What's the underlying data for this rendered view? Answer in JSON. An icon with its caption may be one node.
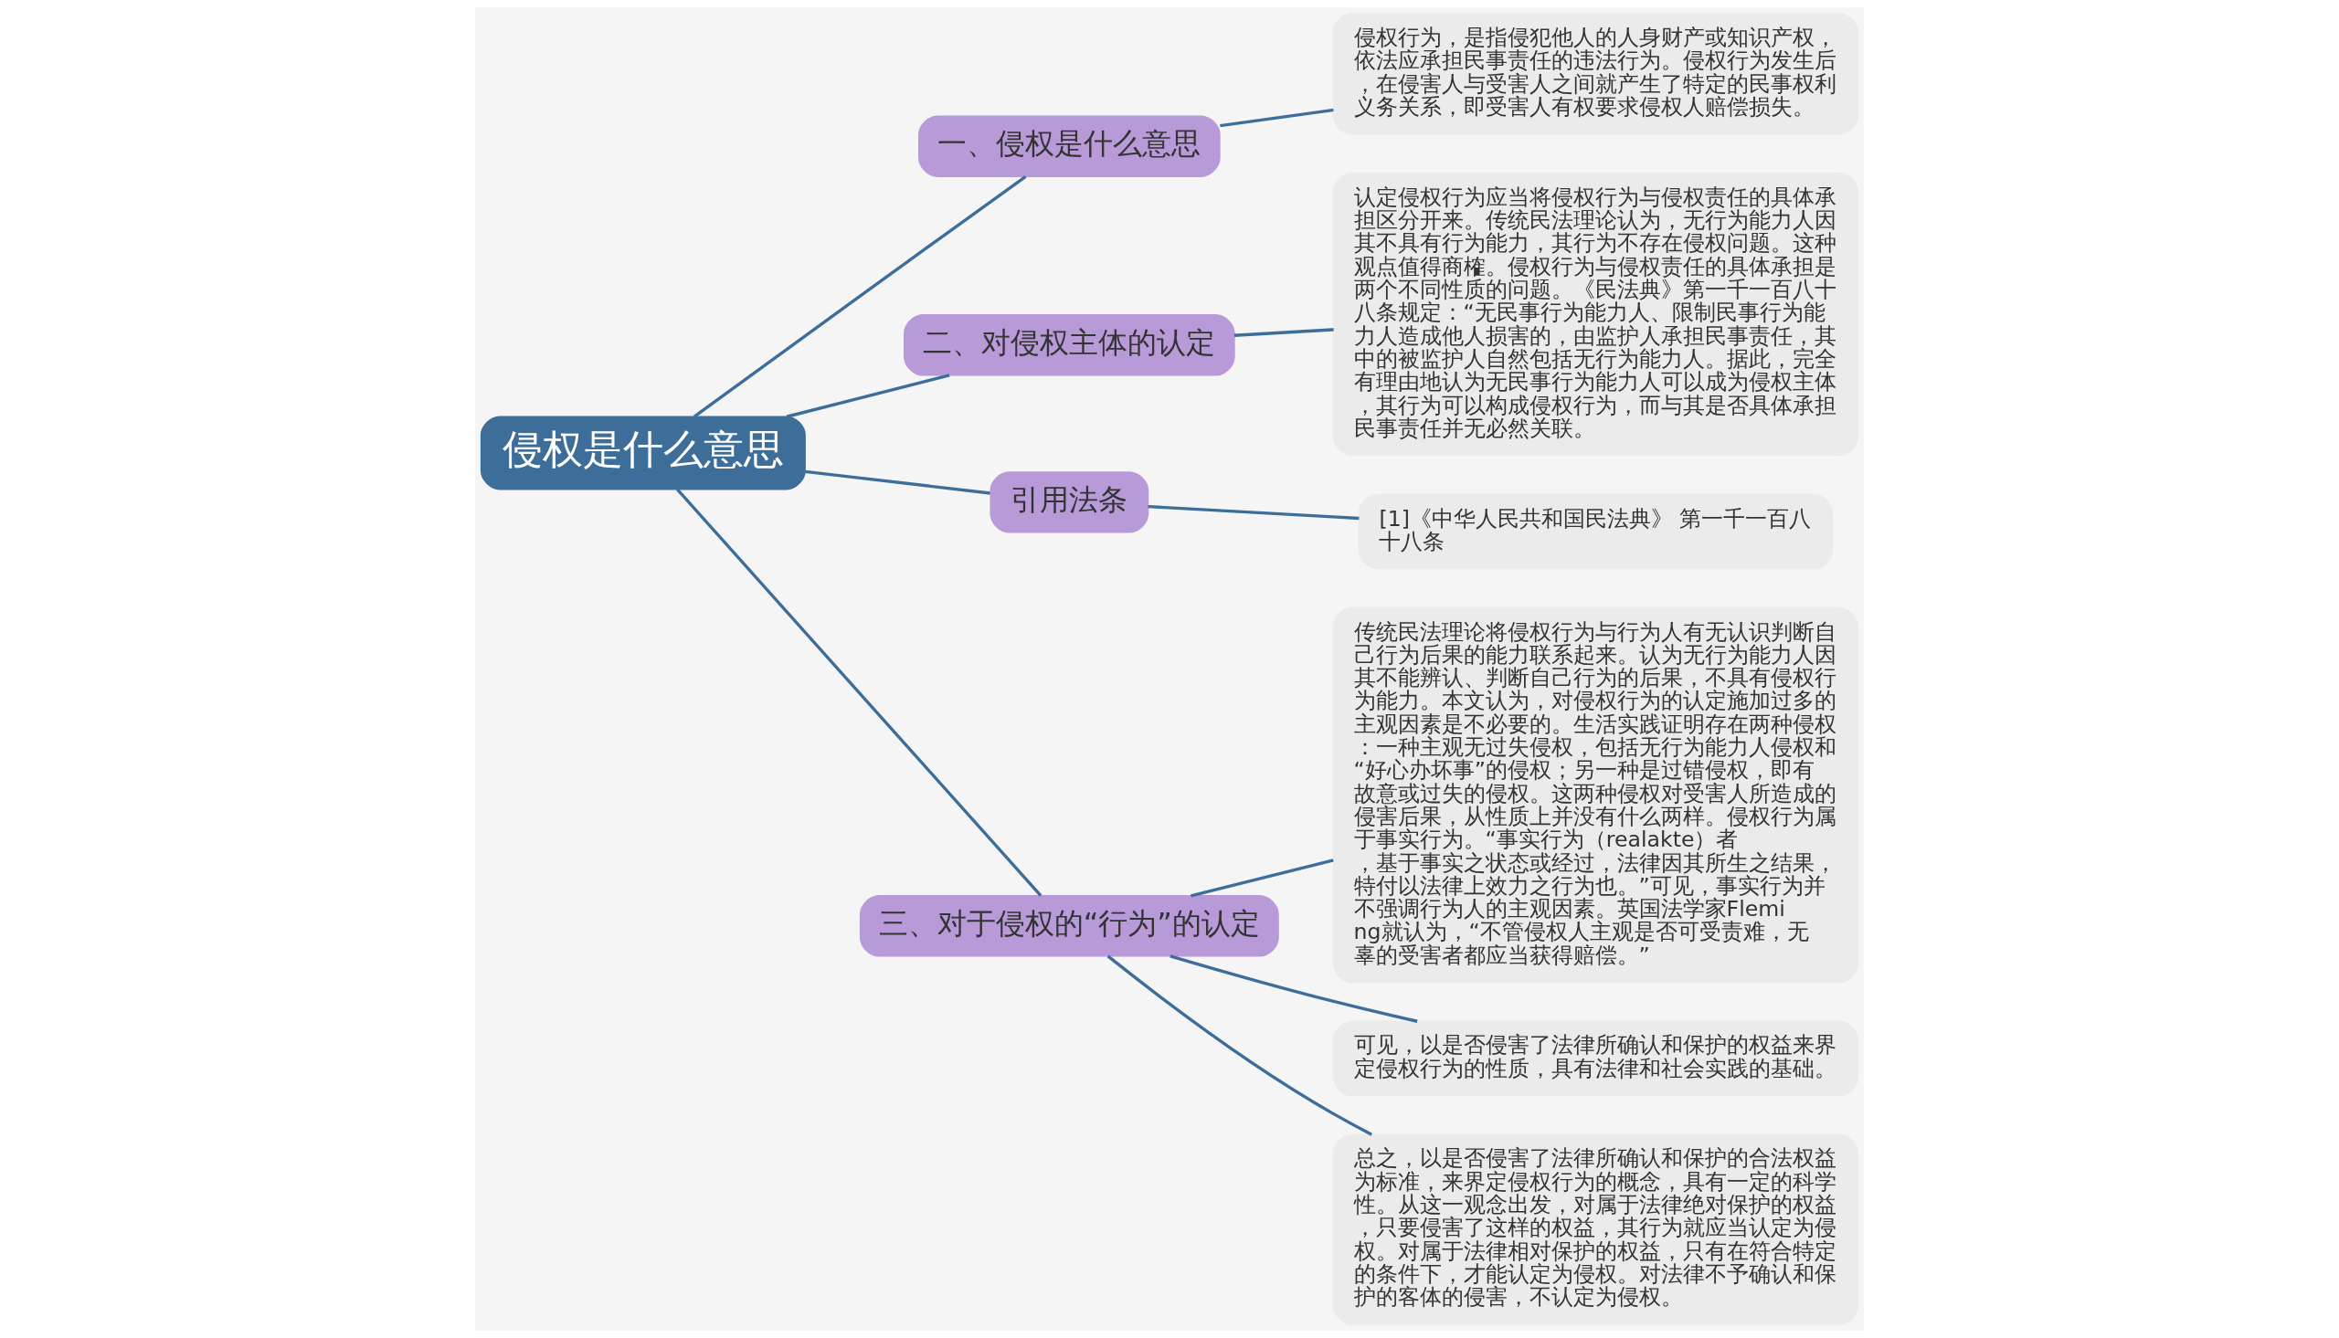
{
  "diagram": {
    "nodes": [
      {
        "text": [
          "侵权是什么意思"
        ]
      },
      {
        "text": [
          "一、侵权是什么意思"
        ]
      },
      {
        "text": [
          "侵权行为，是指侵犯他人的人身财产或知识产权，依法应承担民事责任的违法行为。侵权行为发生后，在侵害人与受害人之间就产生了特定的民事权利义务关系，即受害人有权要求侵权人赔偿损失。"
        ]
      },
      {
        "text": [
          "二、对侵权主体的认定"
        ]
      },
      {
        "text": [
          "认定侵权行为应当将侵权行为与侵权责任的具体承担区分开来。传统民法理论认为，无行为能力人因其不具有行为能力，其行为不存在侵权问题。这种观点值得商榷。侵权行为与侵权责任的具体承担是两个不同性质的问题。《民法典》第一千一百八十八条规定：“无民事行为能力人、限制民事行为能力人造成他人损害的，由监护人承担民事责任，其中的被监护人自然包括无行为能力人。据此，完全有理由地认为无民事行为能力人可以成为侵权主体，其行为可以构成侵权行为，而与其是否具体承担民事责任并无必然关联。"
        ]
      },
      {
        "text": [
          "引用法条"
        ]
      },
      {
        "text": [
          "[1]《中华人民共和国民法典》 第一千一百八十八条"
        ]
      },
      {
        "text": [
          "三、对于侵权的“行为”的认定"
        ]
      },
      {
        "text": [
          "传统民法理论将侵权行为与行为人有无认识判断自己行为后果的能力联系起来。认为无行为能力人因其不能辨认、判断自己行为的后果，不具有侵权行为能力。本文认为，对侵权行为的认定施加过多的主观因素是不必要的。生活实践证明存在两种侵权：一种主观无过失侵权，包括无行为能力人侵权和“好心办坏事”的侵权；另一种是过错侵权，即有故意或过失的侵权。这两种侵权对受害人所造成的侵害后果，从性质上并没有什么两样。侵权行为属于事实行为。“事实行为（realakte）者，基于事实之状态或经过，法律因其所生之结果，特付以法律上效力之行为也。”可见，事实行为并不强调行为人的主观因素。英国法学家Fleming就认为，“不管侵权人主观是否可受责难，无辜的受害者都应当获得赔偿。”"
        ]
      },
      {
        "text": [
          "可见，以是否侵害了法律所确认和保护的权益来界定侵权行为的性质，具有法律和社会实践的基础。"
        ]
      },
      {
        "text": [
          "总之，以是否侵害了法律所确认和保护的合法权益为标准，来界定侵权行为的概念，具有一定的科学性。从这一观念出发，对属于法律绝对保护的权益，只要侵害了这样的权益，其行为就应当认定为侵权。对属于法律相对保护的权益，只有在符合特定的条件下，才能认定为侵权。对法律不予确认和保护的客体的侵害，不认定为侵权。"
        ]
      }
    ],
    "edges": [
      {
        "from": 0,
        "to": 1,
        "arrow": "none"
      },
      {
        "from": 1,
        "to": 2,
        "arrow": "none"
      },
      {
        "from": 0,
        "to": 3,
        "arrow": "none"
      },
      {
        "from": 3,
        "to": 4,
        "arrow": "none"
      },
      {
        "from": 0,
        "to": 5,
        "arrow": "none"
      },
      {
        "from": 5,
        "to": 6,
        "arrow": "none"
      },
      {
        "from": 0,
        "to": 7,
        "arrow": "none"
      },
      {
        "from": 7,
        "to": 8,
        "arrow": "none"
      },
      {
        "from": 7,
        "to": 9,
        "arrow": "none"
      },
      {
        "from": 7,
        "to": 10,
        "arrow": "none"
      }
    ]
  }
}
